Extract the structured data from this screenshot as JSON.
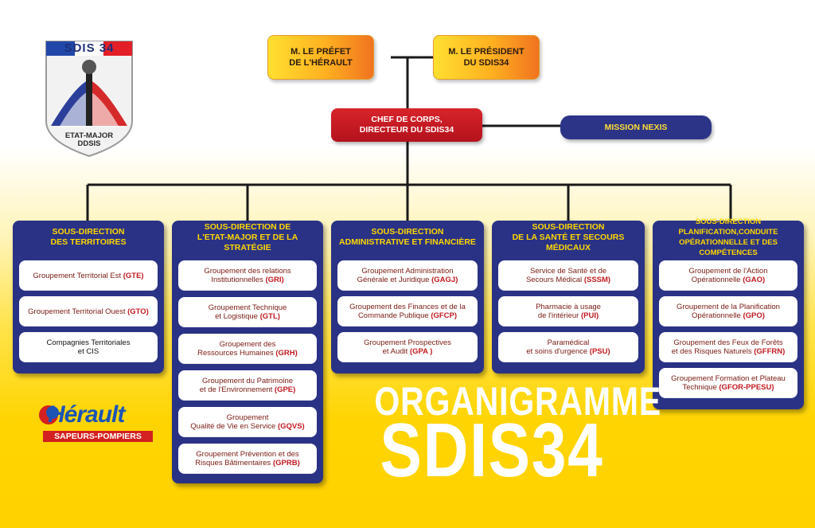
{
  "logo": {
    "title": "SDIS 34",
    "subtitle_line1": "ETAT-MAJOR",
    "subtitle_line2": "DDSIS"
  },
  "top": {
    "prefet": "M. LE PRÉFET\nDE L'HÉRAULT",
    "president": "M. LE PRÉSIDENT\nDU SDIS34",
    "chief": "CHEF DE CORPS,\nDIRECTEUR DU SDIS34",
    "nexis": "MISSION NEXIS"
  },
  "columns": [
    {
      "title": "SOUS-DIRECTION\nDES TERRITOIRES",
      "items": [
        {
          "text": "Groupement Territorial Est",
          "code": "(GTE)"
        },
        {
          "text": "Groupement Territorial Ouest",
          "code": "(GTO)"
        },
        {
          "text": "Compagnies Territoriales\net CIS",
          "code": ""
        }
      ]
    },
    {
      "title": "SOUS-DIRECTION DE\nL'ETAT-MAJOR ET DE LA STRATÉGIE",
      "items": [
        {
          "text": "Groupement des relations\nInstitutionnelles",
          "code": "(GRI)"
        },
        {
          "text": "Groupement Technique\net Logistique",
          "code": "(GTL)"
        },
        {
          "text": "Groupement des\nRessources Humaines",
          "code": "(GRH)"
        },
        {
          "text": "Groupement du Patrimoine\net de l'Environnement",
          "code": "(GPE)"
        },
        {
          "text": "Groupement\nQualité de Vie en Service",
          "code": "(GQVS)"
        },
        {
          "text": "Groupement Prévention et des\nRisques Bâtimentaires",
          "code": "(GPRB)"
        }
      ]
    },
    {
      "title": "SOUS-DIRECTION\nADMINISTRATIVE ET FINANCIÈRE",
      "items": [
        {
          "text": "Groupement Administration\nGénérale et Juridique",
          "code": "(GAGJ)"
        },
        {
          "text": "Groupement des Finances et de la\nCommande Publique",
          "code": "(GFCP)"
        },
        {
          "text": "Groupement Prospectives\net Audit",
          "code": "(GPA )"
        }
      ]
    },
    {
      "title": "SOUS-DIRECTION\nDE LA SANTÉ ET SECOURS MÉDICAUX",
      "items": [
        {
          "text": "Service de Santé et de\nSecours Médical",
          "code": "(SSSM)"
        },
        {
          "text": "Pharmacie à usage\nde l'intérieur",
          "code": "(PUI)"
        },
        {
          "text": "Paramédical\net soins d'urgence",
          "code": "(PSU)"
        }
      ]
    },
    {
      "title": "SOUS-DIRECTION PLANIFICATION,CONDUITE\nOPÉRATIONNELLE ET DES COMPÉTENCES",
      "items": [
        {
          "text": "Groupement de l'Action\nOpérationnelle",
          "code": "(GAO)"
        },
        {
          "text": "Groupement de la Planification\nOpérationnelle",
          "code": "(GPO)"
        },
        {
          "text": "Groupement des Feux de Forêts\net des Risques Naturels",
          "code": "(GFFRN)"
        },
        {
          "text": "Groupement Formation et Plateau\nTechnique",
          "code": "(GFOR-PPESU)"
        }
      ]
    }
  ],
  "herault": {
    "word": "Hérault",
    "sub": "SAPEURS-POMPIERS"
  },
  "title": {
    "line1": "ORGANIGRAMME",
    "line2": "SDIS34"
  },
  "colors": {
    "navy": "#2a3285",
    "yellow": "#ffd800",
    "red": "#c2191f",
    "orange": "#f07320"
  }
}
